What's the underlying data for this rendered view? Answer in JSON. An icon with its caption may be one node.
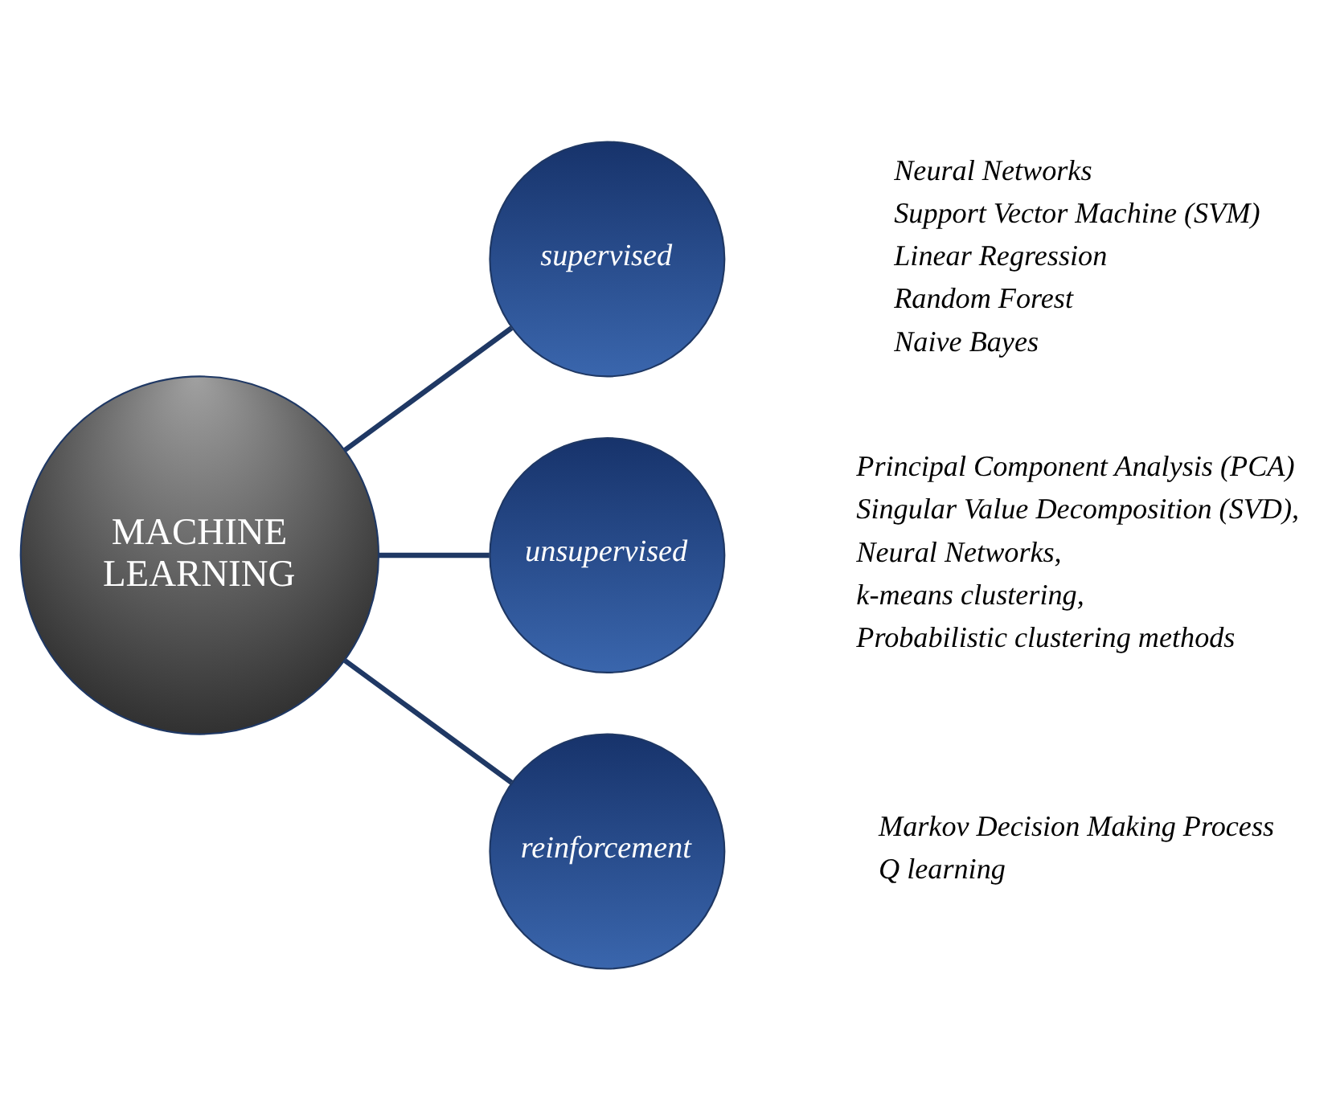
{
  "diagram": {
    "nodes": [
      {
        "text": [
          "MACHINE LEARNING"
        ]
      },
      {
        "text": [
          "supervised"
        ],
        "beside": [
          "Neural Networks",
          "Support Vector Machine (SVM)",
          "Linear Regression",
          "Random Forest",
          "Naive Bayes"
        ]
      },
      {
        "text": [
          "unsupervised"
        ],
        "beside": [
          "Principal Component Analysis (PCA)",
          "Singular Value Decomposition (SVD),",
          "Neural Networks,",
          "k-means clustering,",
          "Probabilistic clustering methods"
        ]
      },
      {
        "text": [
          "reinforcement"
        ],
        "beside": [
          "Markov Decision Making Process",
          "Q learning"
        ]
      }
    ],
    "edges": [
      {
        "from": 0,
        "to": 1,
        "arrow": "none"
      },
      {
        "from": 0,
        "to": 2,
        "arrow": "none"
      },
      {
        "from": 0,
        "to": 3,
        "arrow": "none"
      }
    ]
  }
}
